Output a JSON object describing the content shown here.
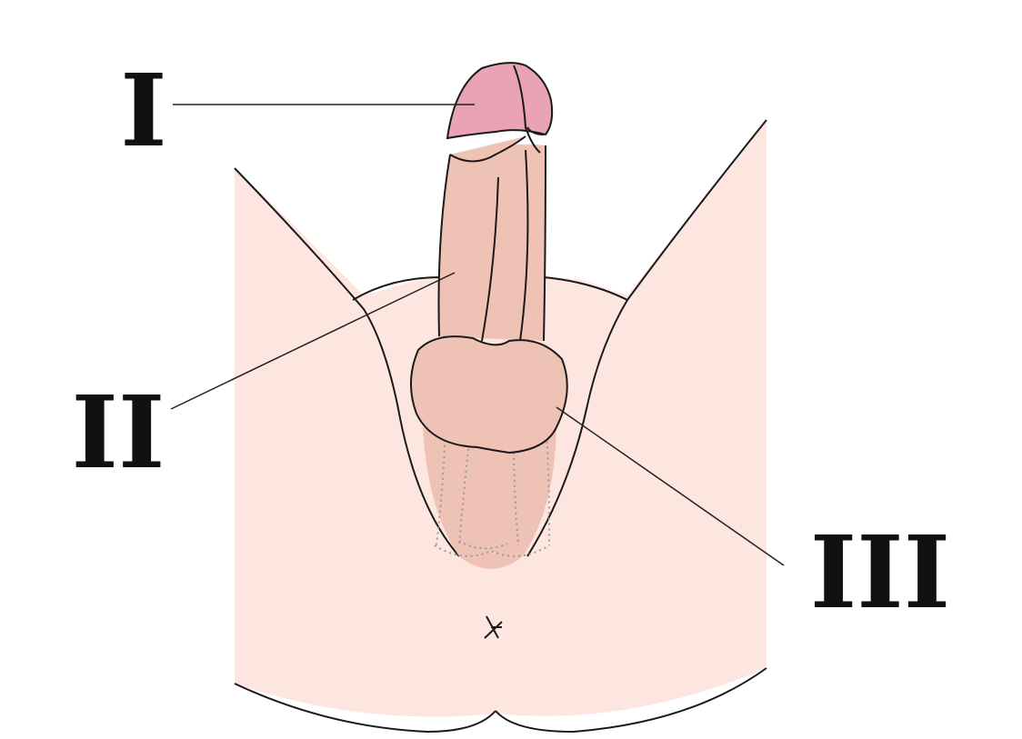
{
  "labels": {
    "one": "I",
    "two": "II",
    "three": "III"
  },
  "colors": {
    "skin": "#fde6df",
    "shaft": "#efc2b6",
    "glans": "#e9a3b5",
    "outline": "#1a1a1a",
    "dotted": "#9a9a9a",
    "leader": "#222222"
  }
}
